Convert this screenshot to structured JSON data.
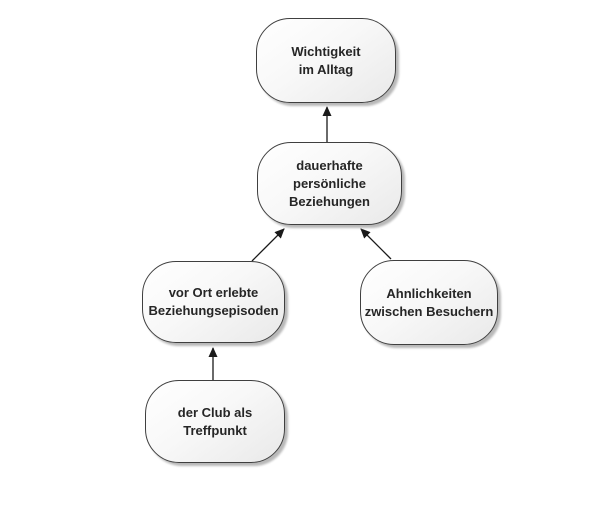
{
  "colors": {
    "background": "#ffffff",
    "node_fill_top": "#ffffff",
    "node_fill_bottom": "#e9e9e9",
    "node_border": "#3f3f3f",
    "node_shadow": "#b9b9b9",
    "arrow": "#1a1a1a",
    "text": "#262626"
  },
  "diagram": {
    "type": "concept-map",
    "nodes": {
      "wichtigkeit": {
        "label": "Wichtigkeit im Alltag",
        "lines": [
          "Wichtigkeit",
          "im Alltag"
        ]
      },
      "beziehungen": {
        "label": "dauerhafte persönliche Beziehungen",
        "lines": [
          "dauerhafte",
          "persönliche",
          "Beziehungen"
        ]
      },
      "episoden": {
        "label": "vor Ort erlebte Beziehungsepisoden",
        "lines": [
          "vor Ort erlebte",
          "Beziehungsepisoden"
        ]
      },
      "ahnlichkeiten": {
        "label": "Ahnlichkeiten zwischen Besuchern",
        "lines": [
          "Ahnlichkeiten",
          "zwischen Besuchern"
        ]
      },
      "club": {
        "label": "der Club als Treffpunkt",
        "lines": [
          "der Club als",
          "Treffpunkt"
        ]
      }
    },
    "edges": [
      {
        "from": "beziehungen",
        "to": "wichtigkeit",
        "style": "arrow-up"
      },
      {
        "from": "episoden",
        "to": "beziehungen",
        "style": "arrow-up"
      },
      {
        "from": "ahnlichkeiten",
        "to": "beziehungen",
        "style": "arrow-up"
      },
      {
        "from": "club",
        "to": "episoden",
        "style": "arrow-up"
      }
    ]
  }
}
